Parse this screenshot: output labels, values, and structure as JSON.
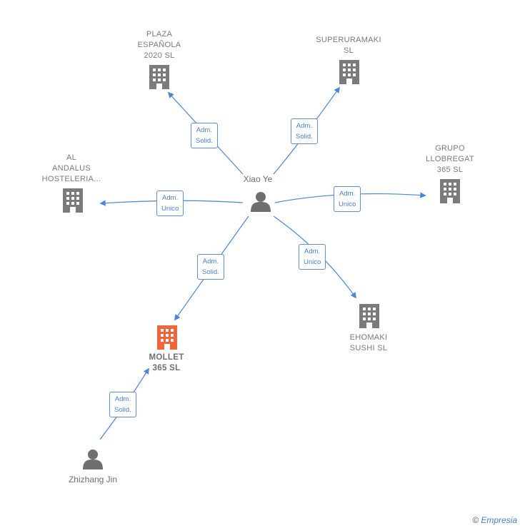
{
  "colors": {
    "edge": "#4a86d6",
    "building": "#7b7b7b",
    "building_highlight": "#f2643a",
    "person": "#6f6f6f"
  },
  "central_person": {
    "name": "Xiao Ye"
  },
  "other_person": {
    "name": "Zhizhang Jin"
  },
  "companies": [
    {
      "id": "plaza",
      "name": "PLAZA\nESPAÑOLA\n2020  SL"
    },
    {
      "id": "superuramaki",
      "name": "SUPERURAMAKI\nSL"
    },
    {
      "id": "grupo",
      "name": "GRUPO\nLLOBREGAT\n365  SL"
    },
    {
      "id": "al-andalus",
      "name": "AL\nANDALUS\nHOSTELERIA..."
    },
    {
      "id": "ehomaki",
      "name": "EHOMAKI\nSUSHI  SL"
    },
    {
      "id": "mollet",
      "name": "MOLLET\n365  SL",
      "highlight": true
    }
  ],
  "relations": [
    {
      "to": "plaza",
      "label": "Adm.\nSolid."
    },
    {
      "to": "superuramaki",
      "label": "Adm.\nSolid."
    },
    {
      "to": "al-andalus",
      "label": "Adm.\nUnico"
    },
    {
      "to": "grupo",
      "label": "Adm.\nUnico"
    },
    {
      "to": "mollet",
      "label": "Adm.\nSolid."
    },
    {
      "to": "ehomaki",
      "label": "Adm.\nUnico"
    },
    {
      "from": "zhizhang",
      "to": "mollet",
      "label": "Adm.\nSolid."
    }
  ],
  "footer": {
    "copyright": "©",
    "brand": "Empresia"
  }
}
